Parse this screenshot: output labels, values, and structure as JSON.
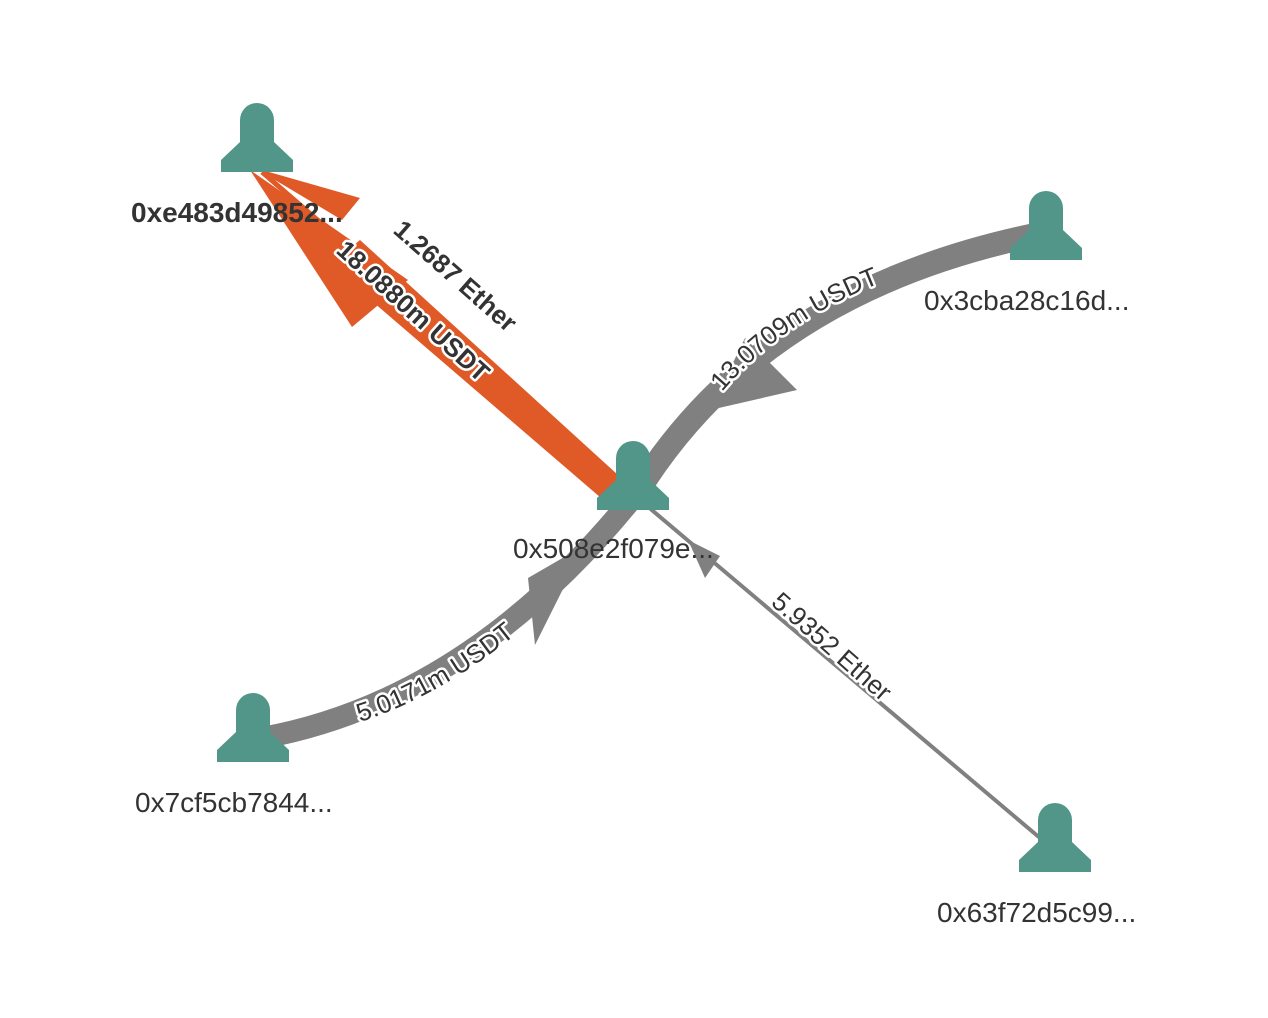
{
  "colors": {
    "node": "#52968a",
    "edge_default": "#808080",
    "edge_highlight": "#e05a28",
    "text": "#333333"
  },
  "node_icon": "person-icon",
  "nodes": [
    {
      "id": "center",
      "label": "0x508e2f079e...",
      "bold": false
    },
    {
      "id": "top-left",
      "label": "0xe483d49852...",
      "bold": true
    },
    {
      "id": "top-right",
      "label": "0x3cba28c16d...",
      "bold": false
    },
    {
      "id": "bottom-left",
      "label": "0x7cf5cb7844...",
      "bold": false
    },
    {
      "id": "bottom-right",
      "label": "0x63f72d5c99...",
      "bold": false
    }
  ],
  "edges": [
    {
      "id": "e1",
      "from": "top-right",
      "to": "center",
      "label": "13.0709m USDT",
      "color": "edge_default",
      "bold": false
    },
    {
      "id": "e2",
      "from": "bottom-left",
      "to": "center",
      "label": "5.0171m USDT",
      "color": "edge_default",
      "bold": false
    },
    {
      "id": "e3",
      "from": "bottom-right",
      "to": "center",
      "label": "5.9352 Ether",
      "color": "edge_default",
      "bold": false
    },
    {
      "id": "e4",
      "from": "center",
      "to": "top-left",
      "label": "18.0880m USDT",
      "color": "edge_highlight",
      "bold": true
    },
    {
      "id": "e5",
      "from": "center",
      "to": "top-left",
      "label": "1.2687 Ether",
      "color": "edge_highlight",
      "bold": true
    }
  ]
}
